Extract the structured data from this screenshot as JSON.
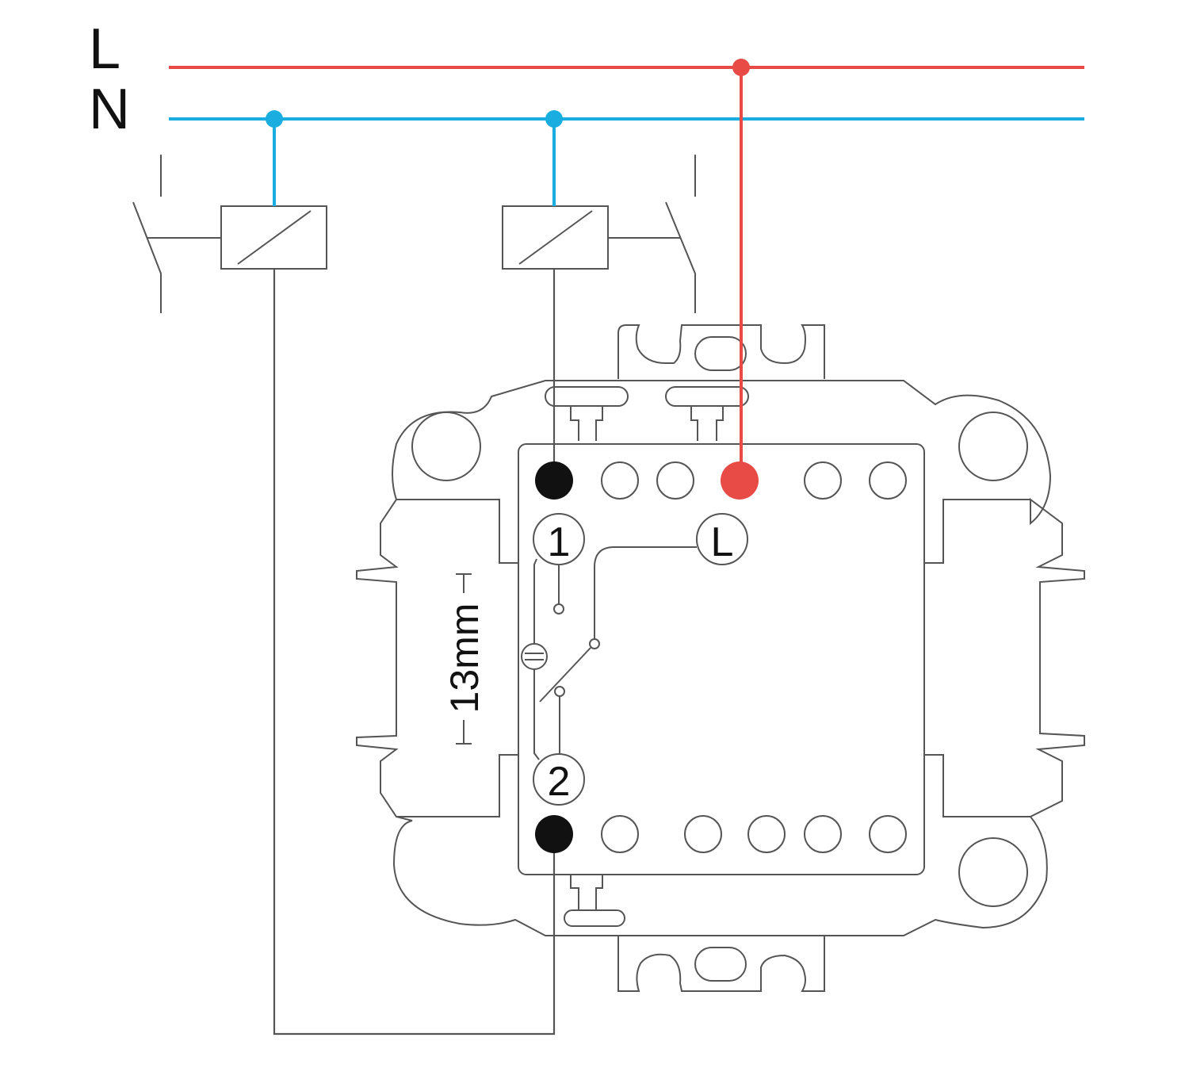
{
  "bus": {
    "line_label": "L",
    "neutral_label": "N"
  },
  "device": {
    "terminal_1": "1",
    "terminal_2": "2",
    "terminal_L": "L",
    "dimension": "13mm"
  },
  "colors": {
    "line": "#e84a45",
    "neutral": "#1aaee0",
    "wire": "#555555",
    "terminal_used": "#111111"
  }
}
